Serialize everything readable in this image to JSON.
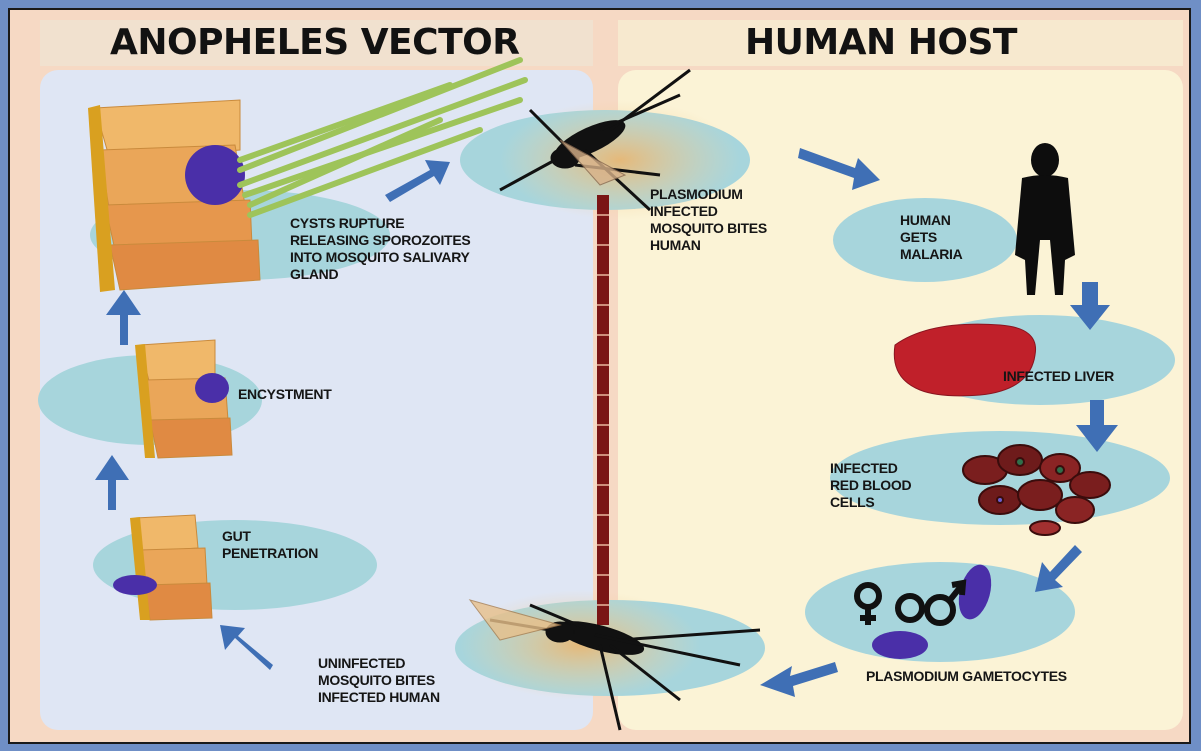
{
  "titles": {
    "left": "ANOPHELES VECTOR",
    "right": "HUMAN HOST"
  },
  "labels": {
    "cysts_rupture": [
      "CYSTS RUPTURE",
      "RELEASING SPOROZOITES",
      "INTO MOSQUITO SALIVARY",
      "GLAND"
    ],
    "encystment": [
      "ENCYSTMENT"
    ],
    "gut_penetration": [
      "GUT",
      "PENETRATION"
    ],
    "uninfected_bite": [
      "UNINFECTED",
      "MOSQUITO BITES",
      "INFECTED HUMAN"
    ],
    "infected_bite": [
      "PLASMODIUM",
      "INFECTED",
      "MOSQUITO BITES",
      "HUMAN"
    ],
    "human_malaria": [
      "HUMAN",
      "GETS",
      "MALARIA"
    ],
    "infected_liver": [
      "INFECTED LIVER"
    ],
    "infected_rbc": [
      "INFECTED",
      "RED BLOOD",
      "CELLS"
    ],
    "gametocytes": [
      "PLASMODIUM GAMETOCYTES"
    ]
  },
  "colors": {
    "arrow": "#3f6fb5",
    "ellipse": "#a7d5dc",
    "gut_cells": "#e8a35a",
    "cyst": "#4a2fa8",
    "liver": "#c0202a",
    "blood": "#6e1b1b",
    "divider": "#7a1515"
  },
  "icons": [
    "mosquito-icon",
    "human-silhouette-icon",
    "liver-icon",
    "red-blood-cells-icon",
    "female-symbol-icon",
    "male-symbol-icon",
    "arrow-icon"
  ]
}
